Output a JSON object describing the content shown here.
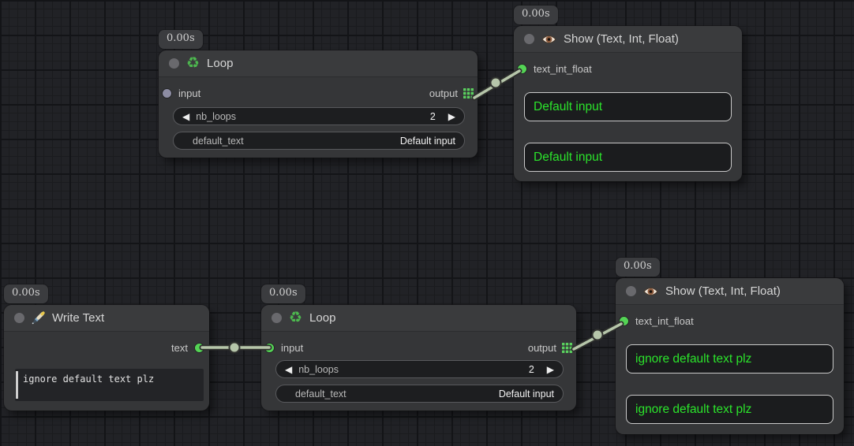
{
  "icons": {
    "left_arrow": "◀",
    "right_arrow": "▶",
    "recycle": "♻"
  },
  "colors": {
    "background": "#212226",
    "node_body": "#353638",
    "node_header": "#3a3b3d",
    "value_text_green": "#2be42b",
    "slot_green": "#54d455",
    "slot_gray": "#8d8da3",
    "link": "#b6c6aa",
    "grid_icon_green": "#5ad05e"
  },
  "nodes": {
    "loop_top": {
      "badge": "0.00s",
      "title": "Loop",
      "input_label": "input",
      "output_label": "output",
      "widgets": {
        "nb_loops": {
          "label": "nb_loops",
          "value": "2"
        },
        "default_text": {
          "label": "default_text",
          "value": "Default input"
        }
      }
    },
    "show_top": {
      "badge": "0.00s",
      "title": "Show (Text, Int, Float)",
      "input_label": "text_int_float",
      "values": [
        "Default input",
        "Default input"
      ]
    },
    "write_text": {
      "badge": "0.00s",
      "title": "Write Text",
      "output_label": "text",
      "text_value": "ignore default text plz"
    },
    "loop_bottom": {
      "badge": "0.00s",
      "title": "Loop",
      "input_label": "input",
      "output_label": "output",
      "widgets": {
        "nb_loops": {
          "label": "nb_loops",
          "value": "2"
        },
        "default_text": {
          "label": "default_text",
          "value": "Default input"
        }
      }
    },
    "show_bottom": {
      "badge": "0.00s",
      "title": "Show (Text, Int, Float)",
      "input_label": "text_int_float",
      "values": [
        "ignore default text plz",
        "ignore default text plz"
      ]
    }
  }
}
